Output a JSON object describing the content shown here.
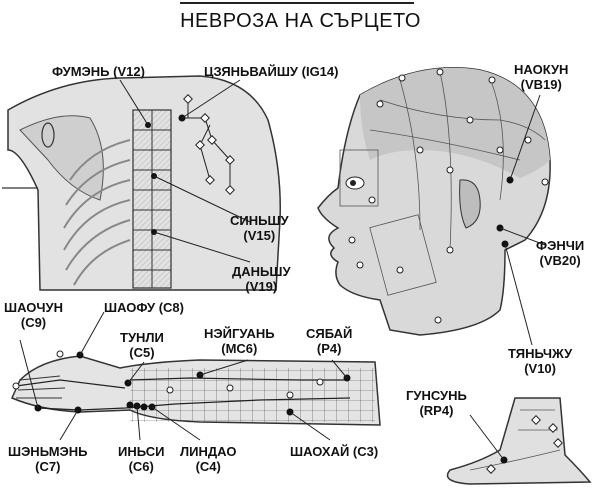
{
  "title": "НЕВРОЗА НА СЪРЦЕТО",
  "labels": {
    "fumen": {
      "name": "ФУМЭНЬ (V12)"
    },
    "czyan": {
      "name": "ЦЗЯНЬВАЙШУ (IG14)"
    },
    "naokun": {
      "name": "НАОКУН",
      "code": "(VB19)"
    },
    "sinshu": {
      "name": "СИНЬШУ",
      "code": "(V15)"
    },
    "danshu": {
      "name": "ДАНЬШУ",
      "code": "(V19)"
    },
    "fenchi": {
      "name": "ФЭНЧИ",
      "code": "(VB20)"
    },
    "shaochun": {
      "name": "ШАОЧУН",
      "code": "(C9)"
    },
    "shaofu": {
      "name": "ШАОФУ (C8)"
    },
    "tunli": {
      "name": "ТУНЛИ",
      "code": "(C5)"
    },
    "neyguan": {
      "name": "НЭЙГУАНЬ",
      "code": "(MC6)"
    },
    "syabay": {
      "name": "СЯБАЙ",
      "code": "(P4)"
    },
    "tyanchzhu": {
      "name": "ТЯНЬЧЖУ",
      "code": "(V10)"
    },
    "gunsun": {
      "name": "ГУНСУНЬ",
      "code": "(RP4)"
    },
    "shenmen": {
      "name": "ШЭНЬМЭНЬ",
      "code": "(C7)"
    },
    "insi": {
      "name": "ИНЬСИ",
      "code": "(C6)"
    },
    "lindao": {
      "name": "ЛИНДАО",
      "code": "(C4)"
    },
    "shaohay": {
      "name": "ШАОХАЙ (C3)"
    }
  }
}
